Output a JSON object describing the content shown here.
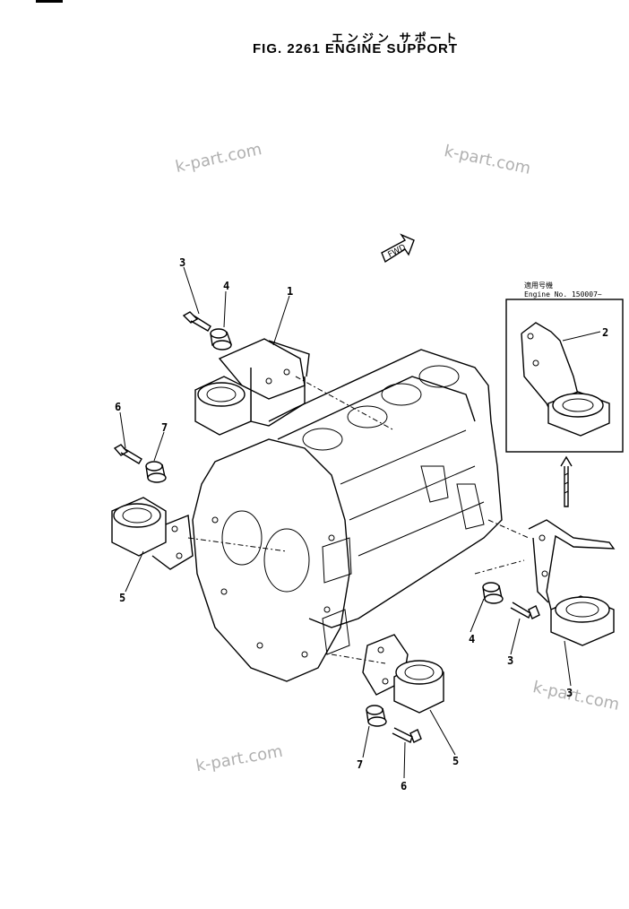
{
  "header": {
    "title_jp": "エンジン サポート",
    "title": "FIG. 2261  ENGINE  SUPPORT"
  },
  "watermarks": [
    "k-part.com",
    "k-part.com",
    "k-part.com",
    "k-part.com"
  ],
  "fwd_label": "FWD",
  "inset": {
    "note_jp": "適用号機",
    "note": "Engine  No. 150007~"
  },
  "callouts": {
    "c1": "1",
    "c2": "2",
    "c3a": "3",
    "c3b": "3",
    "c3c": "3",
    "c4a": "4",
    "c4b": "4",
    "c5a": "5",
    "c5b": "5",
    "c6a": "6",
    "c6b": "6",
    "c7a": "7",
    "c7b": "7"
  }
}
